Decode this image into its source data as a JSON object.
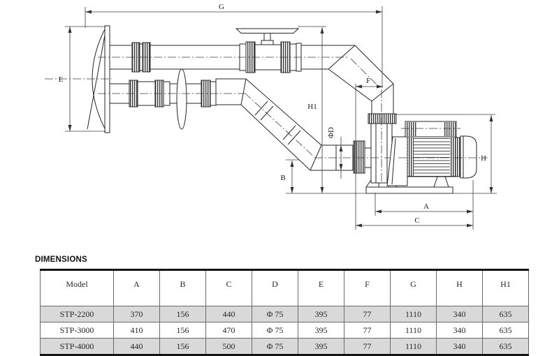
{
  "drawing": {
    "labels": {
      "g": "G",
      "e": "E",
      "h1": "H1",
      "f": "F",
      "d": "ΦD",
      "b": "B",
      "a": "A",
      "c": "C",
      "h": "H"
    }
  },
  "table": {
    "title": "DIMENSIONS",
    "columns": [
      "Model",
      "A",
      "B",
      "C",
      "D",
      "E",
      "F",
      "G",
      "H",
      "H1"
    ],
    "rows": [
      {
        "cells": [
          "STP-2200",
          "370",
          "156",
          "440",
          "Φ 75",
          "395",
          "77",
          "1110",
          "340",
          "635"
        ]
      },
      {
        "cells": [
          "STP-3000",
          "410",
          "156",
          "470",
          "Φ 75",
          "395",
          "77",
          "1110",
          "340",
          "635"
        ]
      },
      {
        "cells": [
          "STP-4000",
          "440",
          "156",
          "500",
          "Φ 75",
          "395",
          "77",
          "1110",
          "340",
          "635"
        ]
      }
    ]
  },
  "colors": {
    "line": "#262626",
    "dim_line": "#3c3c3c",
    "alt_row": "#d9d9d9"
  }
}
